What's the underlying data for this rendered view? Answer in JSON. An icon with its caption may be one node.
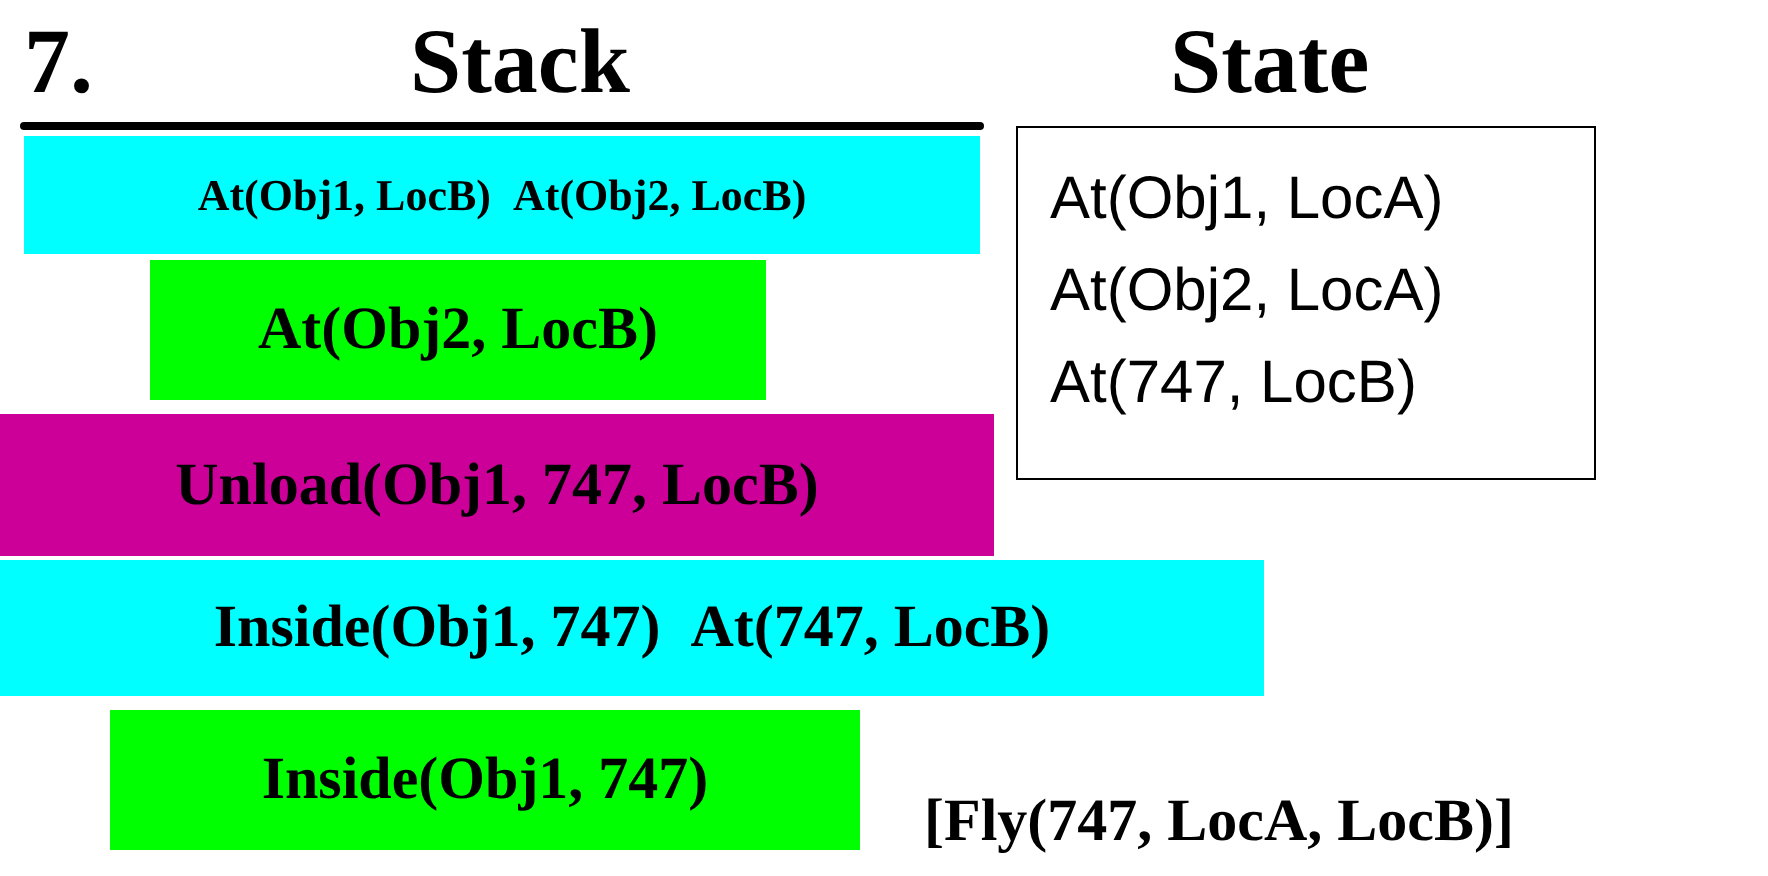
{
  "diagram": {
    "nodes": [
      {
        "text": [
          "At(Obj1, LocB)",
          "At(Obj2, LocB)"
        ]
      },
      {
        "text": [
          "At(Obj2, LocB)"
        ]
      },
      {
        "text": [
          "Unload(Obj1, 747, LocB)"
        ]
      },
      {
        "text": [
          "Inside(Obj1, 747)",
          "At(747, LocB)"
        ]
      },
      {
        "text": [
          "Inside(Obj1, 747)"
        ]
      },
      {
        "text": [
          "State",
          "At(Obj1, LocA)",
          "At(Obj2, LocA)",
          "At(747, LocB)"
        ]
      }
    ],
    "labels": [
      "7.",
      "Stack",
      "[Fly(747, LocA, LocB)]"
    ]
  }
}
